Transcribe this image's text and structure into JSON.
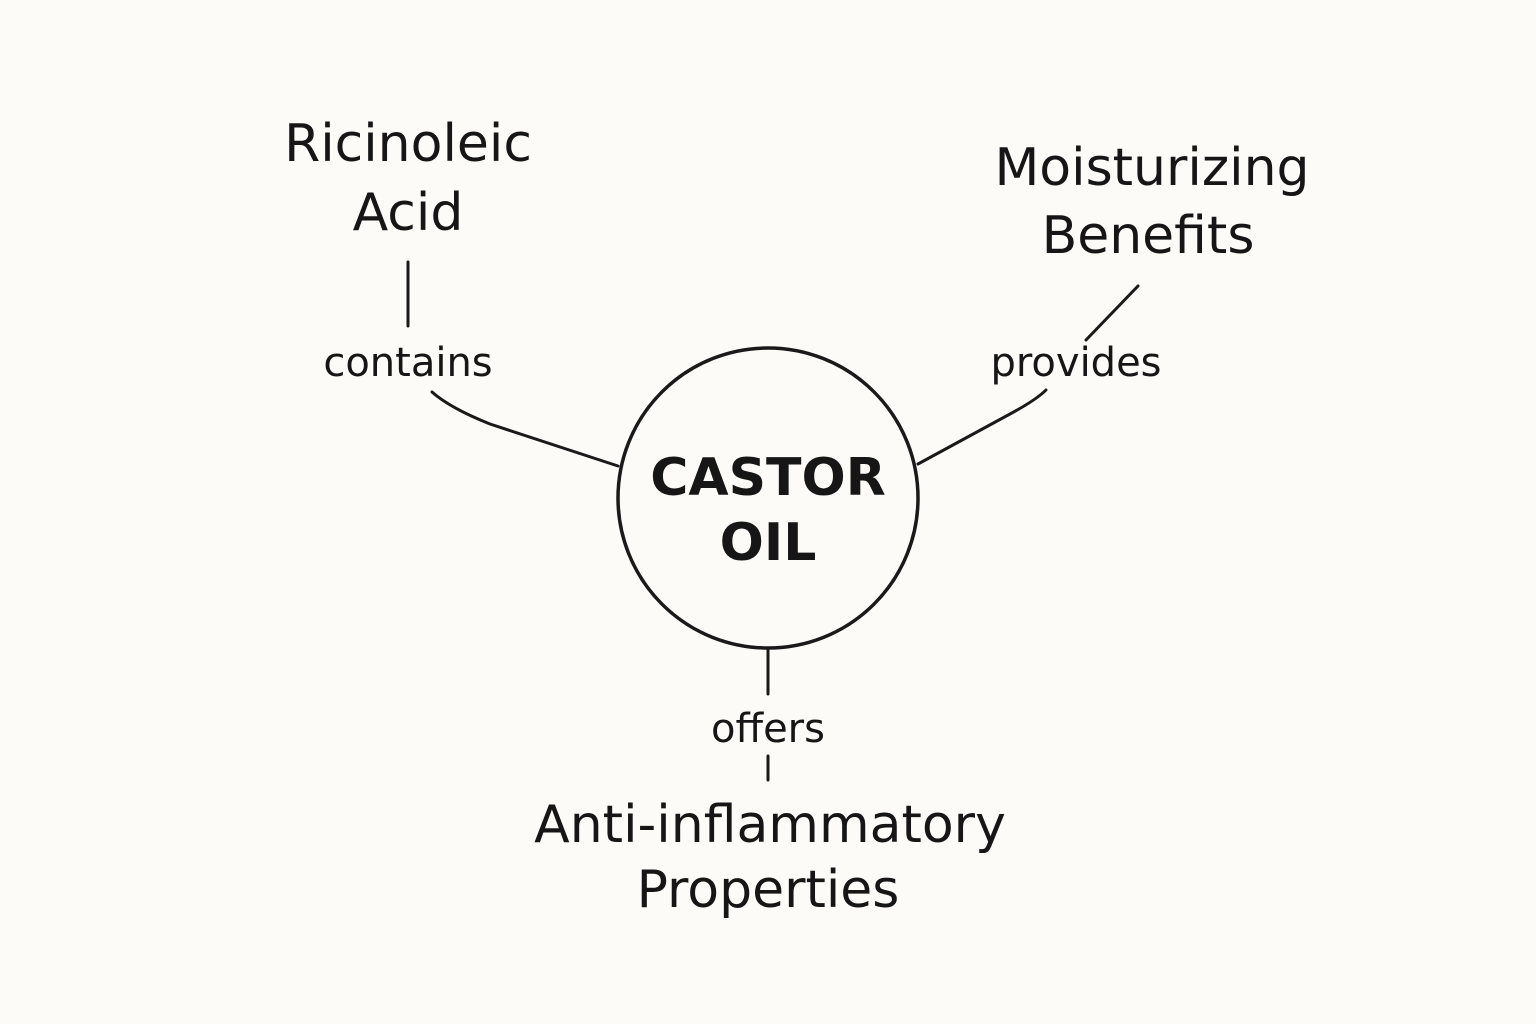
{
  "diagram": {
    "center": {
      "line1": "CASTOR",
      "line2": "OIL"
    },
    "nodes": {
      "ricinoleic": {
        "line1": "Ricinoleic",
        "line2": "Acid"
      },
      "moisturizing": {
        "line1": "Moisturizing",
        "line2": "Benefits"
      },
      "anti_inflammatory": {
        "line1": "Anti-inflammatory",
        "line2": "Properties"
      }
    },
    "edges": {
      "contains": "contains",
      "provides": "provides",
      "offers": "offers"
    }
  },
  "colors": {
    "background": "#fcfbf7",
    "stroke": "#1a1a1a",
    "text": "#161616"
  }
}
